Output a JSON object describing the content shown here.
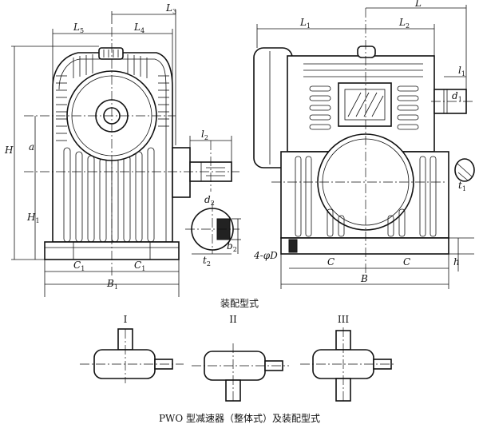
{
  "front_view": {
    "labels": {
      "L5": {
        "main": "L",
        "sub": "5"
      },
      "L4": {
        "main": "L",
        "sub": "4"
      },
      "L3": {
        "main": "L",
        "sub": "3"
      },
      "H": {
        "main": "H",
        "sub": ""
      },
      "a": {
        "main": "a",
        "sub": ""
      },
      "H1": {
        "main": "H",
        "sub": "1"
      },
      "l2": {
        "main": "l",
        "sub": "2"
      },
      "d2": {
        "main": "d",
        "sub": "2"
      },
      "b2": {
        "main": "b",
        "sub": "2"
      },
      "t2": {
        "main": "t",
        "sub": "2"
      },
      "C1_left": {
        "main": "C",
        "sub": "1"
      },
      "C1_right": {
        "main": "C",
        "sub": "1"
      },
      "B1": {
        "main": "B",
        "sub": "1"
      }
    }
  },
  "side_view": {
    "labels": {
      "L": {
        "main": "L",
        "sub": ""
      },
      "L1": {
        "main": "L",
        "sub": "1"
      },
      "L2": {
        "main": "L",
        "sub": "2"
      },
      "l1": {
        "main": "l",
        "sub": "1"
      },
      "d1": {
        "main": "d",
        "sub": "1"
      },
      "t1": {
        "main": "t",
        "sub": "1"
      },
      "h": {
        "main": "h",
        "sub": ""
      },
      "C_left": {
        "main": "C",
        "sub": ""
      },
      "C_right": {
        "main": "C",
        "sub": ""
      },
      "B": {
        "main": "B",
        "sub": ""
      },
      "bolt": {
        "main": "4-φD",
        "sub": ""
      }
    }
  },
  "assembly": {
    "title": "装配型式",
    "types": [
      {
        "label": "I"
      },
      {
        "label": "II"
      },
      {
        "label": "III"
      }
    ]
  },
  "caption": "PWO 型减速器（整体式）及装配型式"
}
